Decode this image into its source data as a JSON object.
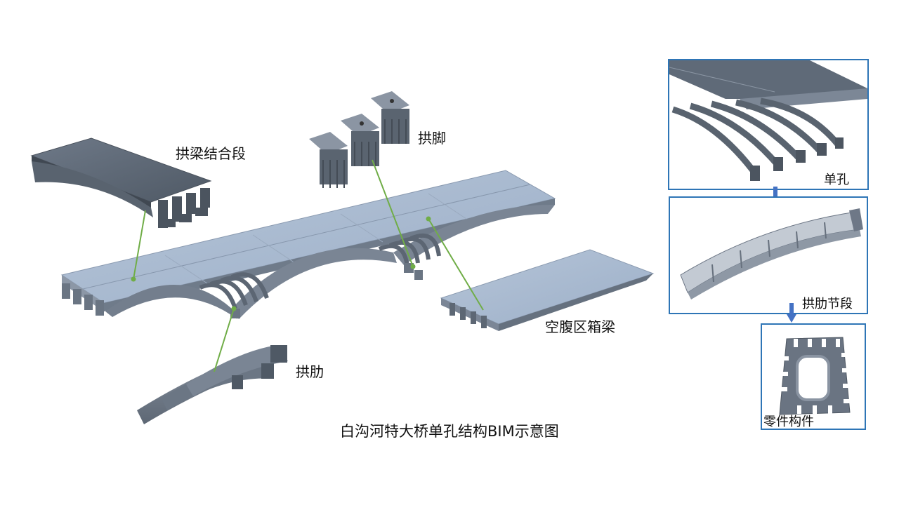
{
  "labels": {
    "arch_beam_joint": "拱梁结合段",
    "arch_foot": "拱脚",
    "hollow_box_girder": "空腹区箱梁",
    "arch_rib": "拱肋",
    "single_span": "单孔",
    "arch_rib_segment": "拱肋节段",
    "component_part": "零件构件"
  },
  "caption": "白沟河特大桥单孔结构BIM示意图",
  "colors": {
    "deck_top": "#a9b9cf",
    "steel_dark": "#5f6a78",
    "steel_mid": "#7f8a98",
    "leader": "#70ad47",
    "panel_border": "#2e75b6",
    "arrow": "#4472c4"
  }
}
